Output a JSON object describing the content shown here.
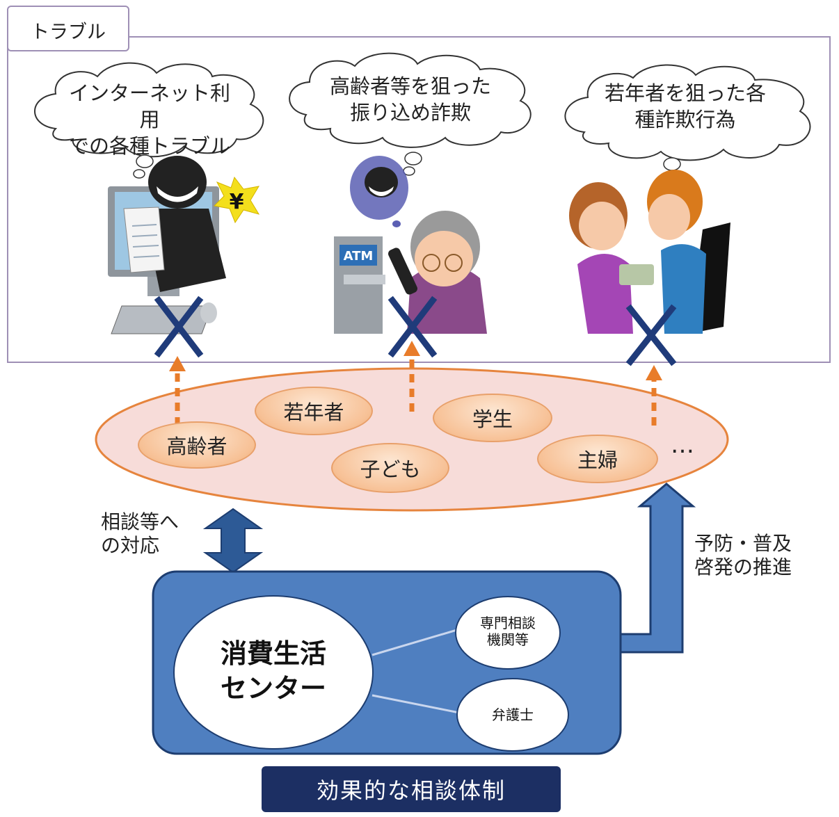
{
  "trouble_tab": "トラブル",
  "clouds": [
    {
      "lines": [
        "インターネット利用",
        "での各種トラブル"
      ]
    },
    {
      "lines": [
        "高齢者等を狙った",
        "振り込め詐欺"
      ]
    },
    {
      "lines": [
        "若年者を狙った各",
        "種詐欺行為"
      ]
    }
  ],
  "illustration_text": {
    "yen": "¥",
    "atm": "ATM"
  },
  "groups": [
    "高齢者",
    "若年者",
    "子ども",
    "学生",
    "主婦"
  ],
  "ellipsis": "…",
  "left_label": [
    "相談等へ",
    "の対応"
  ],
  "right_label": [
    "予防・普及",
    "啓発の推進"
  ],
  "center": {
    "title": [
      "消費生活",
      "センター"
    ],
    "partner1": [
      "専門相談",
      "機関等"
    ],
    "partner2": "弁護士"
  },
  "footer": "効果的な相談体制",
  "colors": {
    "frame": "#9e8fb5",
    "center_box": "#4f7fc0",
    "arrow": "#e87c2a",
    "cross": "#1f3b7a",
    "footer": "#1c2f63"
  }
}
